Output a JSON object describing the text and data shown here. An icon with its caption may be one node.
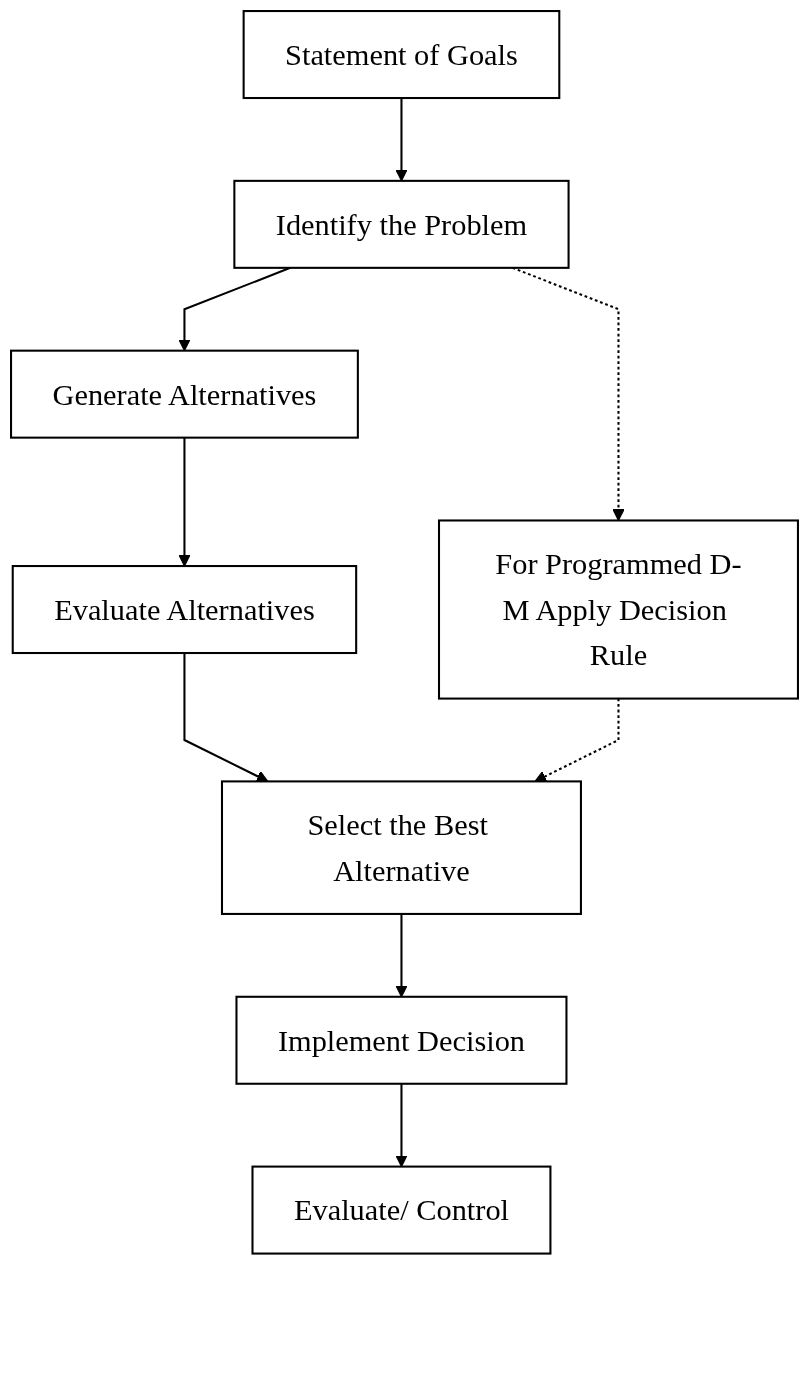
{
  "diagram": {
    "nodes": [
      {
        "text": [
          "Statement of Goals"
        ]
      },
      {
        "text": [
          "Identify the Problem"
        ]
      },
      {
        "text": [
          "For Programmed D-M Apply Decision Rule"
        ]
      },
      {
        "text": [
          "Generate Alternatives"
        ]
      },
      {
        "text": [
          "Evaluate Alternatives"
        ]
      },
      {
        "text": [
          "Select the Best Alternative"
        ]
      },
      {
        "text": [
          "Implement Decision"
        ]
      },
      {
        "text": [
          "Evaluate/ Control"
        ]
      }
    ],
    "edges": [
      {
        "from": 0,
        "to": 1,
        "arrow": "to"
      },
      {
        "from": 1,
        "to": 3,
        "arrow": "to"
      },
      {
        "from": 1,
        "to": 2,
        "arrow": "to",
        "style": "dashed"
      },
      {
        "from": 3,
        "to": 4,
        "arrow": "to"
      },
      {
        "from": 4,
        "to": 5,
        "arrow": "to"
      },
      {
        "from": 2,
        "to": 5,
        "arrow": "to",
        "style": "dashed"
      },
      {
        "from": 5,
        "to": 6,
        "arrow": "to"
      },
      {
        "from": 6,
        "to": 7,
        "arrow": "to"
      }
    ]
  }
}
